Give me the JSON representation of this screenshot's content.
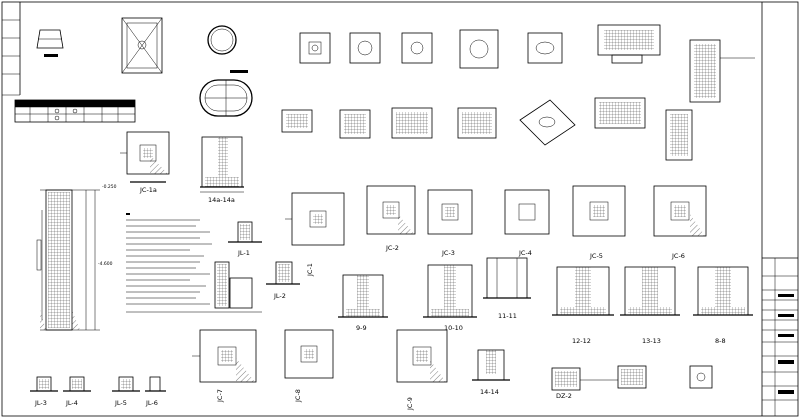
{
  "drawing": {
    "labels": {
      "jc1a": "JC-1a",
      "sec14": "14a-14a",
      "jl1": "JL-1",
      "jl2": "JL-2",
      "jc1": "JC-1",
      "jc2": "JC-2",
      "jc3": "JC-3",
      "jc4": "JC-4",
      "jc5": "JC-5",
      "jc6": "JC-6",
      "jc7": "JC-7",
      "jc8": "JC-8",
      "jc9": "JC-9",
      "s99": "9-9",
      "s1010": "10-10",
      "s1111": "11-11",
      "s1212": "12-12",
      "s1313": "13-13",
      "s1414": "14-14",
      "dz2": "DZ-2",
      "jl3": "JL-3",
      "jl4": "JL-4",
      "jl5": "JL-5",
      "jl6": "JL-6",
      "s88": "8-8",
      "jc3b": "JC-3",
      "jc6b": "JC-6",
      "jc9b": "JC-9",
      "elev_top": "-0.250",
      "elev_bot": "-4.600"
    }
  }
}
